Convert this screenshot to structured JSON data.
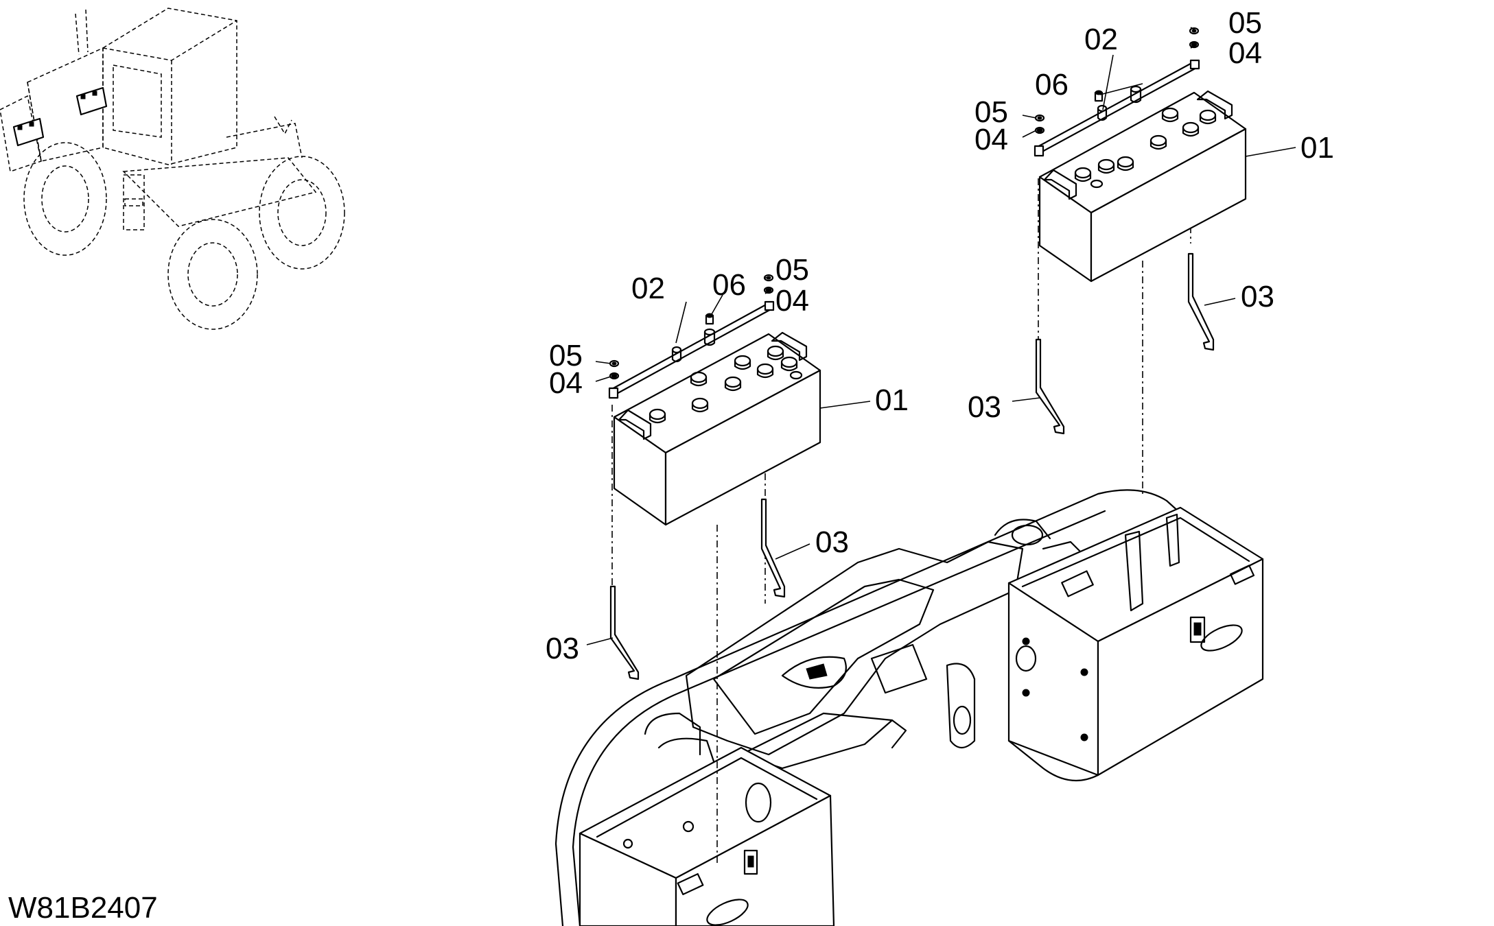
{
  "drawing_code": "W81B2407",
  "callouts": {
    "left_battery": {
      "c01": "01",
      "c02": "02",
      "c03_upper": "03",
      "c03_lower": "03",
      "c04_left": "04",
      "c04_right": "04",
      "c05_left": "05",
      "c05_right": "05",
      "c06": "06"
    },
    "right_battery": {
      "c01": "01",
      "c02": "02",
      "c03_upper": "03",
      "c03_lower": "03",
      "c04_left": "04",
      "c04_right": "04",
      "c05_left": "05",
      "c05_right": "05",
      "c06": "06"
    }
  }
}
